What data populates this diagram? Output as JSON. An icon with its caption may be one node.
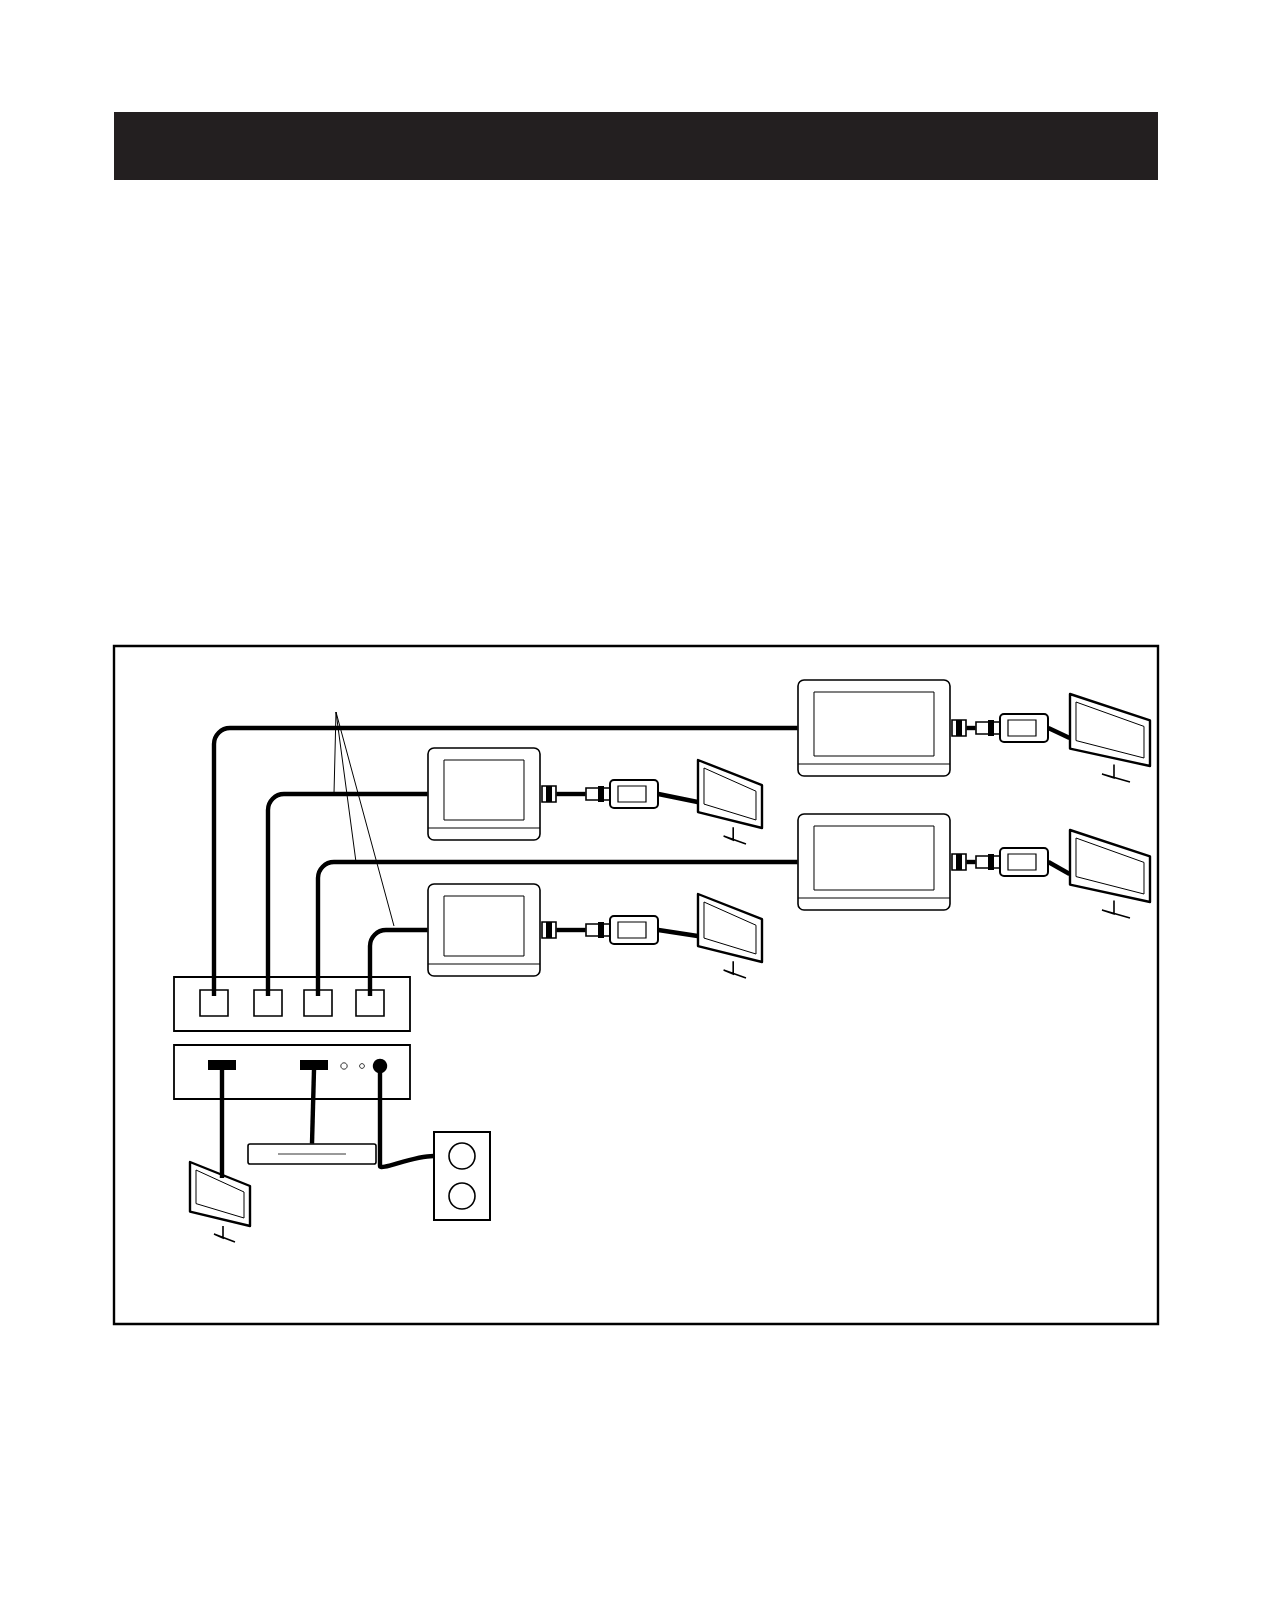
{
  "diagram": {
    "nodes": [
      {
        "text": [],
        "shape": "bar"
      },
      {
        "text": [],
        "shape": "box"
      },
      {
        "text": [],
        "shape": "monitor"
      },
      {
        "text": [],
        "shape": "box"
      },
      {
        "text": [],
        "shape": "monitor"
      },
      {
        "text": [],
        "shape": "box"
      },
      {
        "text": [],
        "shape": "monitor"
      },
      {
        "text": [],
        "shape": "box"
      },
      {
        "text": [],
        "shape": "monitor"
      },
      {
        "text": [],
        "shape": "box"
      },
      {
        "text": [],
        "shape": "box"
      },
      {
        "text": [],
        "shape": "box"
      },
      {
        "text": [],
        "shape": "outlet"
      },
      {
        "text": [],
        "shape": "monitor"
      },
      {
        "text": [],
        "shape": "plug"
      },
      {
        "text": [],
        "shape": "plug"
      },
      {
        "text": [],
        "shape": "plug"
      },
      {
        "text": [],
        "shape": "plug"
      }
    ],
    "edges": [
      {
        "from": 9,
        "to": 1,
        "arrow": "none"
      },
      {
        "from": 9,
        "to": 3,
        "arrow": "none"
      },
      {
        "from": 9,
        "to": 5,
        "arrow": "none"
      },
      {
        "from": 9,
        "to": 7,
        "arrow": "none"
      },
      {
        "from": 1,
        "to": 14,
        "arrow": "none"
      },
      {
        "from": 3,
        "to": 15,
        "arrow": "none"
      },
      {
        "from": 5,
        "to": 16,
        "arrow": "none"
      },
      {
        "from": 7,
        "to": 17,
        "arrow": "none"
      },
      {
        "from": 14,
        "to": 2,
        "arrow": "none"
      },
      {
        "from": 15,
        "to": 4,
        "arrow": "none"
      },
      {
        "from": 16,
        "to": 6,
        "arrow": "none"
      },
      {
        "from": 17,
        "to": 8,
        "arrow": "none"
      },
      {
        "from": 10,
        "to": 13,
        "arrow": "none"
      },
      {
        "from": 10,
        "to": 11,
        "arrow": "none"
      },
      {
        "from": 10,
        "to": 12,
        "arrow": "none"
      }
    ]
  }
}
